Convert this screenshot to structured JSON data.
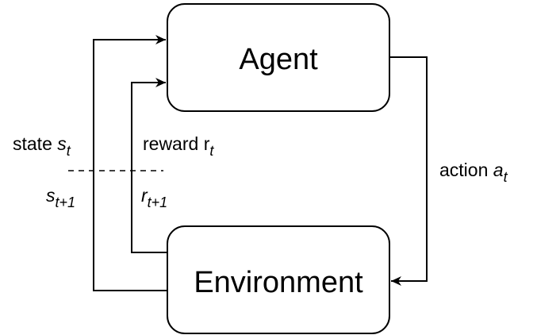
{
  "nodes": {
    "agent": {
      "label": "Agent"
    },
    "environment": {
      "label": "Environment"
    }
  },
  "edges": {
    "action": {
      "text": "action ",
      "var": "a",
      "sub": "t"
    },
    "state_current": {
      "text": "state ",
      "var": "s",
      "sub": "t"
    },
    "reward_current": {
      "text": "reward r",
      "sub": "t"
    },
    "state_next": {
      "var": "s",
      "sub": "t+1"
    },
    "reward_next": {
      "var": "r",
      "sub": "t+1"
    }
  },
  "colors": {
    "stroke": "#000000",
    "background": "#ffffff"
  }
}
